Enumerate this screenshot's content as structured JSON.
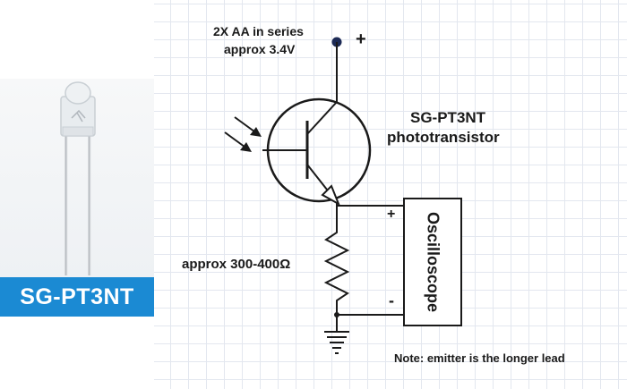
{
  "product": {
    "label": "SG-PT3NT",
    "label_bg": "#1b8ad3"
  },
  "schematic": {
    "battery_line1": "2X AA in series",
    "battery_line2": "approx 3.4V",
    "plus_top": "+",
    "part_name": "SG-PT3NT",
    "part_type": "phototransistor",
    "resistor_label": "approx 300-400Ω",
    "scope_label": "Oscilloscope",
    "scope_plus": "+",
    "scope_minus": "-",
    "note": "Note: emitter is the longer lead"
  },
  "colors": {
    "wire": "#1a1a1a",
    "supply_dot": "#1c2a55",
    "grid": "#e3e7ef"
  },
  "icons": [
    "light-arrows-icon",
    "ground-icon",
    "resistor-icon",
    "transistor-icon",
    "photodiode-component-icon"
  ]
}
